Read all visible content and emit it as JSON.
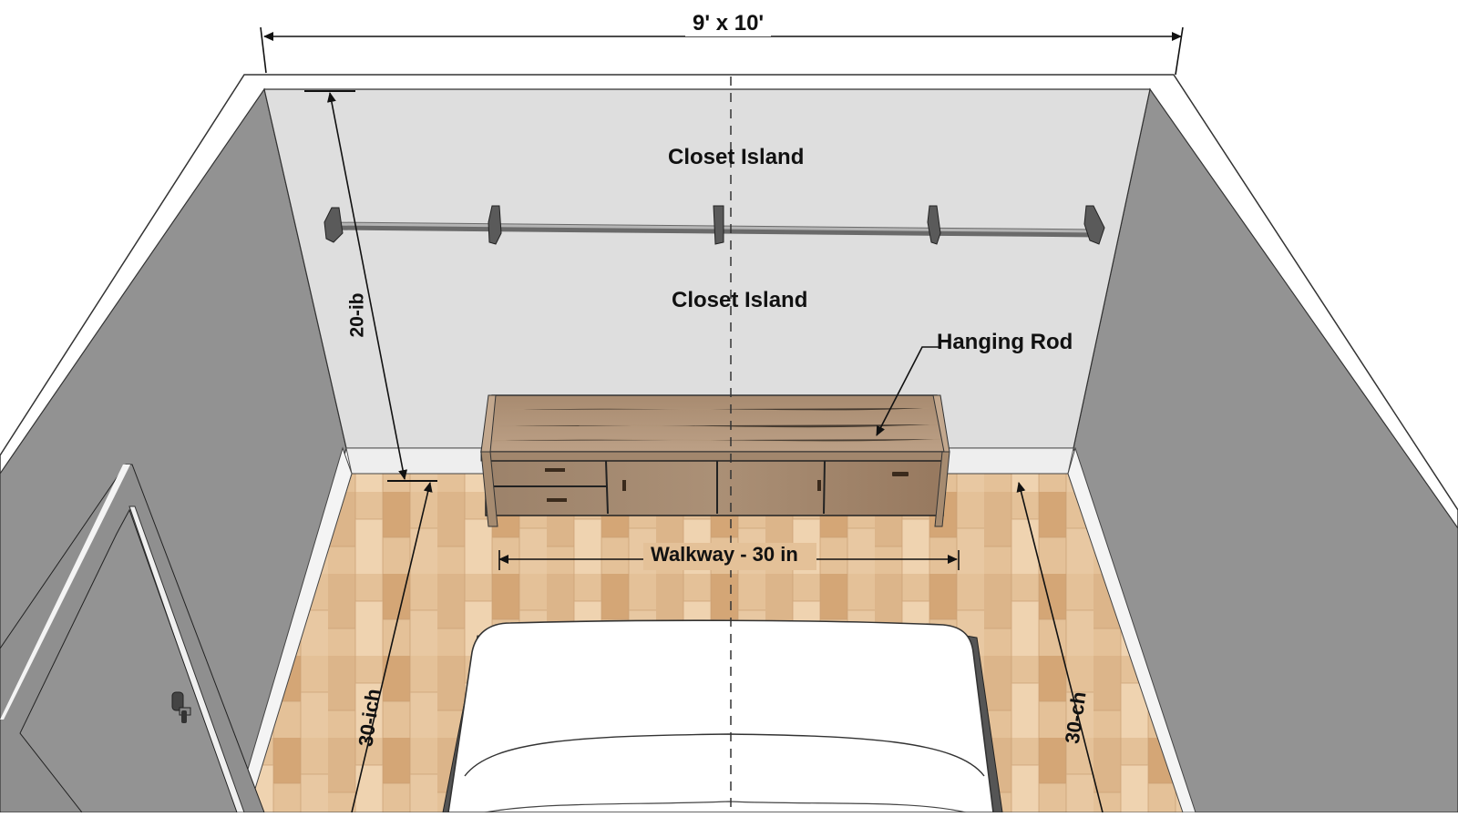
{
  "diagram": {
    "type": "3D room layout / walk-in closet plan",
    "overall_dimension": "9' x 10'",
    "labels": {
      "closet_island_upper": "Closet Island",
      "closet_island_lower": "Closet Island",
      "hanging_rod": "Hanging Rod",
      "walkway": "Walkway - 30 in",
      "wall_height_dim": "20-ib",
      "left_floor_dim": "30-ich",
      "right_floor_dim": "30-ch"
    },
    "elements": {
      "rod_brackets": 5,
      "island_drawers": 2,
      "island_doors": 3,
      "door_handle_icon": "lever-handle-icon"
    },
    "colors": {
      "back_wall": "#dcdcdc",
      "side_wall": "#929292",
      "wall_trim": "#ffffff",
      "floor_wood": "#e2bd92",
      "floor_wood_dark": "#cf9f6f",
      "cabinet_wood": "#a88a6d",
      "cabinet_top": "#b3957a",
      "bed_sheet": "#ffffff",
      "bed_frame": "#555555",
      "rod": "#9a9a9a",
      "bracket": "#555555",
      "line": "#111111"
    }
  }
}
